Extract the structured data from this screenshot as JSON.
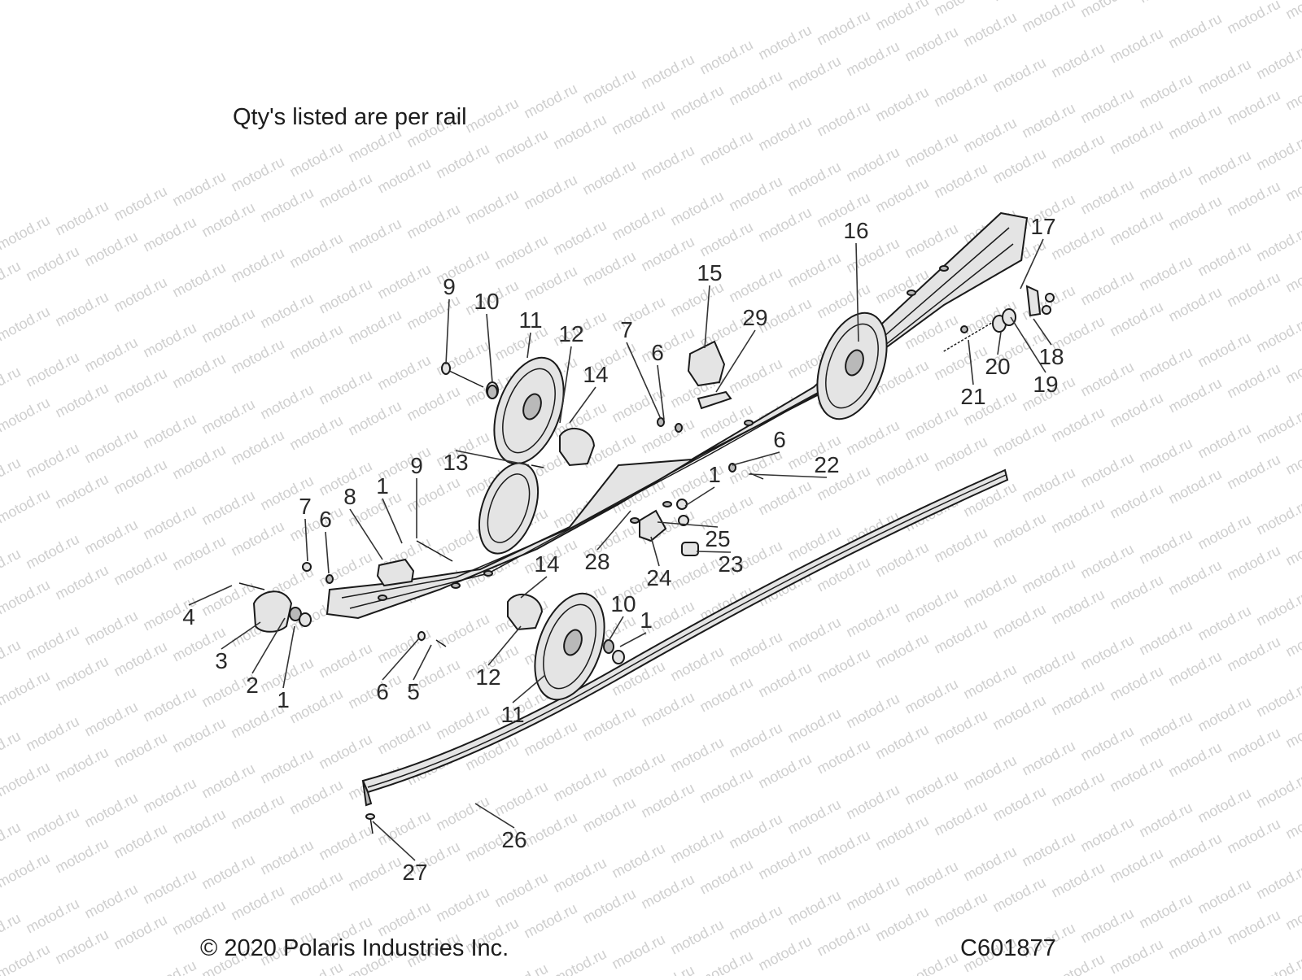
{
  "diagram": {
    "note": "Qty's listed are per rail",
    "copyright": "© 2020 Polaris Industries Inc.",
    "code": "C601877",
    "watermark": "motod.ru",
    "callouts": [
      {
        "id": "c1a",
        "label": "1"
      },
      {
        "id": "c1b",
        "label": "1"
      },
      {
        "id": "c1c",
        "label": "1"
      },
      {
        "id": "c1d",
        "label": "1"
      },
      {
        "id": "c2",
        "label": "2"
      },
      {
        "id": "c3",
        "label": "3"
      },
      {
        "id": "c4",
        "label": "4"
      },
      {
        "id": "c5",
        "label": "5"
      },
      {
        "id": "c6a",
        "label": "6"
      },
      {
        "id": "c6b",
        "label": "6"
      },
      {
        "id": "c6c",
        "label": "6"
      },
      {
        "id": "c6d",
        "label": "6"
      },
      {
        "id": "c7a",
        "label": "7"
      },
      {
        "id": "c7b",
        "label": "7"
      },
      {
        "id": "c8",
        "label": "8"
      },
      {
        "id": "c9a",
        "label": "9"
      },
      {
        "id": "c9b",
        "label": "9"
      },
      {
        "id": "c10a",
        "label": "10"
      },
      {
        "id": "c10b",
        "label": "10"
      },
      {
        "id": "c11a",
        "label": "11"
      },
      {
        "id": "c11b",
        "label": "11"
      },
      {
        "id": "c12a",
        "label": "12"
      },
      {
        "id": "c12b",
        "label": "12"
      },
      {
        "id": "c13",
        "label": "13"
      },
      {
        "id": "c14a",
        "label": "14"
      },
      {
        "id": "c14b",
        "label": "14"
      },
      {
        "id": "c15",
        "label": "15"
      },
      {
        "id": "c16",
        "label": "16"
      },
      {
        "id": "c17",
        "label": "17"
      },
      {
        "id": "c18",
        "label": "18"
      },
      {
        "id": "c19",
        "label": "19"
      },
      {
        "id": "c20",
        "label": "20"
      },
      {
        "id": "c21",
        "label": "21"
      },
      {
        "id": "c22",
        "label": "22"
      },
      {
        "id": "c23",
        "label": "23"
      },
      {
        "id": "c24",
        "label": "24"
      },
      {
        "id": "c25",
        "label": "25"
      },
      {
        "id": "c26",
        "label": "26"
      },
      {
        "id": "c27",
        "label": "27"
      },
      {
        "id": "c28",
        "label": "28"
      },
      {
        "id": "c29",
        "label": "29"
      }
    ]
  }
}
